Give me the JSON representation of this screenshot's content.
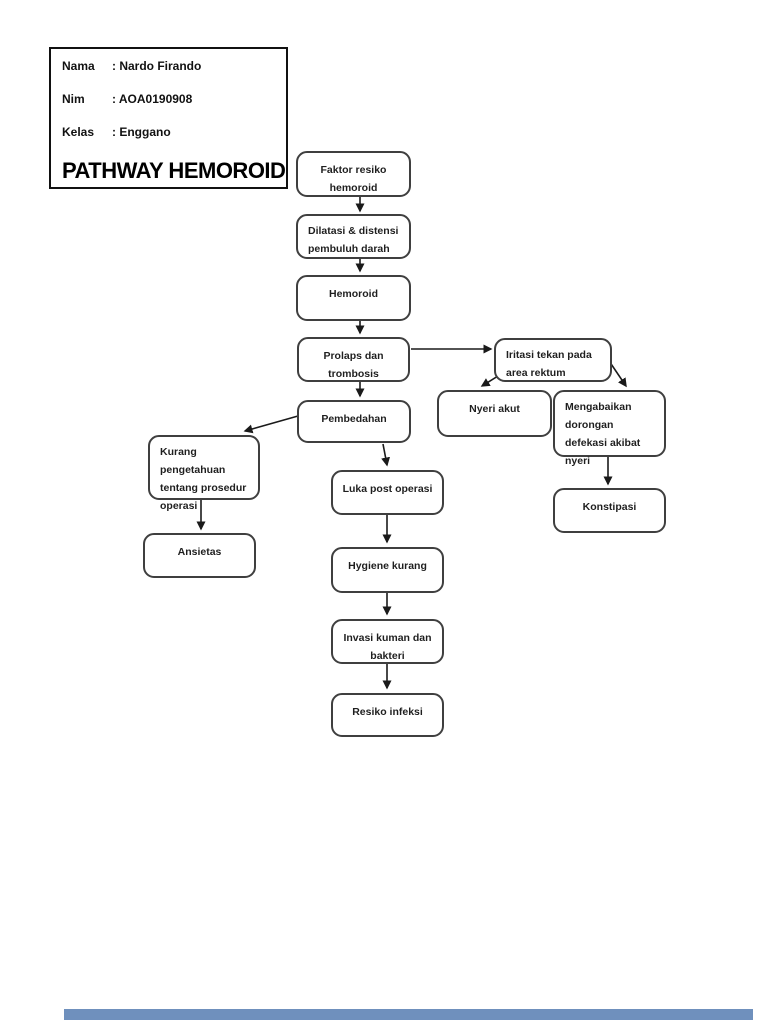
{
  "student_info": {
    "rows": [
      {
        "label": "Nama",
        "value": ": Nardo Firando"
      },
      {
        "label": "Nim",
        "value": ": AOA0190908"
      },
      {
        "label": "Kelas",
        "value": ": Enggano"
      }
    ],
    "title": "PATHWAY HEMOROID"
  },
  "diagram": {
    "nodes": [
      {
        "id": "faktor-resiko",
        "label": "Faktor resiko hemoroid"
      },
      {
        "id": "dilatasi",
        "label": "Dilatasi & distensi pembuluh darah"
      },
      {
        "id": "hemoroid",
        "label": "Hemoroid"
      },
      {
        "id": "prolaps",
        "label": "Prolaps dan trombosis"
      },
      {
        "id": "iritasi",
        "label": "Iritasi tekan pada area rektum"
      },
      {
        "id": "pembedahan",
        "label": "Pembedahan"
      },
      {
        "id": "nyeri-akut",
        "label": "Nyeri akut"
      },
      {
        "id": "mengabaikan",
        "label": "Mengabaikan dorongan defekasi akibat nyeri"
      },
      {
        "id": "konstipasi",
        "label": "Konstipasi"
      },
      {
        "id": "kurang-pengetahuan",
        "label": "Kurang pengetahuan tentang prosedur operasi"
      },
      {
        "id": "ansietas",
        "label": "Ansietas"
      },
      {
        "id": "luka-post-operasi",
        "label": "Luka post operasi"
      },
      {
        "id": "hygiene-kurang",
        "label": "Hygiene kurang"
      },
      {
        "id": "invasi-kuman",
        "label": "Invasi kuman dan bakteri"
      },
      {
        "id": "resiko-infeksi",
        "label": "Resiko infeksi"
      }
    ],
    "edges": [
      {
        "from": "faktor-resiko",
        "to": "dilatasi"
      },
      {
        "from": "dilatasi",
        "to": "hemoroid"
      },
      {
        "from": "hemoroid",
        "to": "prolaps"
      },
      {
        "from": "prolaps",
        "to": "iritasi"
      },
      {
        "from": "prolaps",
        "to": "pembedahan"
      },
      {
        "from": "iritasi",
        "to": "nyeri-akut"
      },
      {
        "from": "iritasi",
        "to": "mengabaikan"
      },
      {
        "from": "mengabaikan",
        "to": "konstipasi"
      },
      {
        "from": "pembedahan",
        "to": "kurang-pengetahuan"
      },
      {
        "from": "kurang-pengetahuan",
        "to": "ansietas"
      },
      {
        "from": "pembedahan",
        "to": "luka-post-operasi"
      },
      {
        "from": "luka-post-operasi",
        "to": "hygiene-kurang"
      },
      {
        "from": "hygiene-kurang",
        "to": "invasi-kuman"
      },
      {
        "from": "invasi-kuman",
        "to": "resiko-infeksi"
      }
    ],
    "colors": {
      "node_border": "#3f3f3f",
      "node_fill": "#ffffff",
      "arrow": "#1a1a1a",
      "text": "#1f1f1f",
      "info_border": "#111111",
      "bottom_bar": "#6f90bd"
    }
  }
}
